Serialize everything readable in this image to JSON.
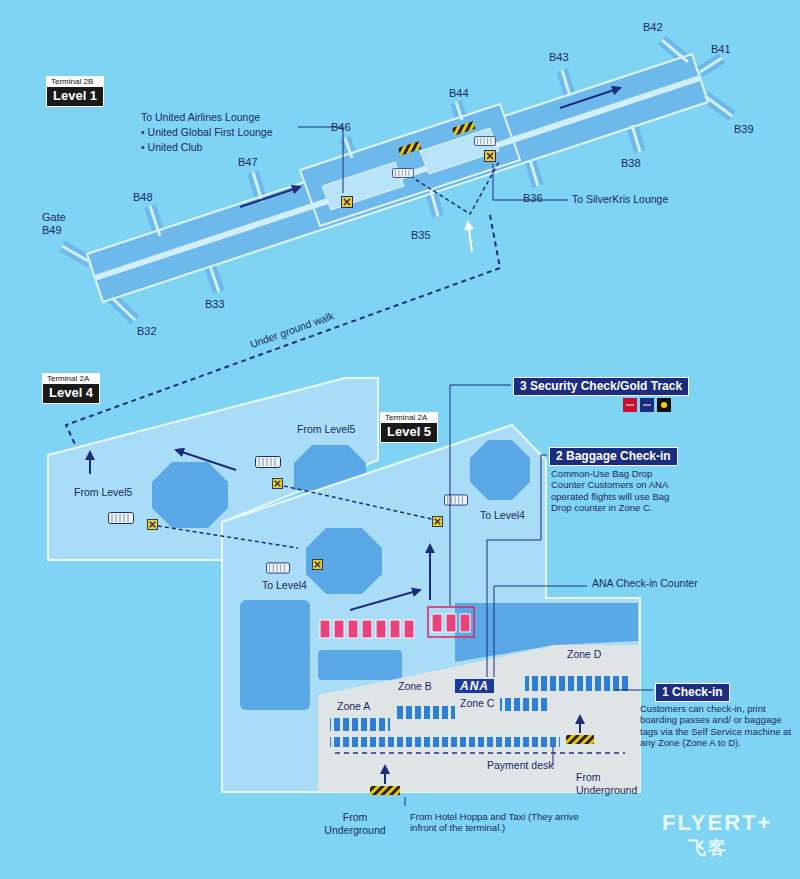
{
  "diagram": {
    "nodes": [
      {
        "text": [
          "Terminal 2B",
          "Level 1"
        ]
      },
      {
        "text": [
          "Terminal 2A",
          "Level 4"
        ]
      },
      {
        "text": [
          "Terminal 2A",
          "Level 5"
        ]
      },
      {
        "text": [
          "3 Security Check/Gold Track"
        ]
      },
      {
        "text": [
          "2 Baggage Check-in"
        ]
      },
      {
        "text": [
          "1 Check-in"
        ]
      }
    ],
    "labels": [
      "B42",
      "B41",
      "B43",
      "B44",
      "B39",
      "To United Airlines Lounge",
      "• United Global First Lounge",
      "• United Club",
      "B46",
      "B38",
      "B47",
      "B36",
      "To SilverKris Lounge",
      "B48",
      "Gate B49",
      "B35",
      "B33",
      "B32",
      "Under ground walk",
      "From Level5",
      "From Level5",
      "To Level4",
      "To Level4",
      "Common-Use Bag Drop Counter Customers on ANA operated flights will use Bag Drop counter in Zone C.",
      "ANA Check-in Counter",
      "Zone D",
      "ANA",
      "Zone B",
      "Zone C",
      "Zone A",
      "Customers can check-in, print boarding passes and/ or baggage tags via the Self Service machine at any Zone (Zone A to D).",
      "Payment desk",
      "From Underground",
      "From Underground",
      "From Hotel Hoppa and Taxi (They arrive infront of the terminal.)",
      "FLYERT+",
      "飞客"
    ]
  }
}
